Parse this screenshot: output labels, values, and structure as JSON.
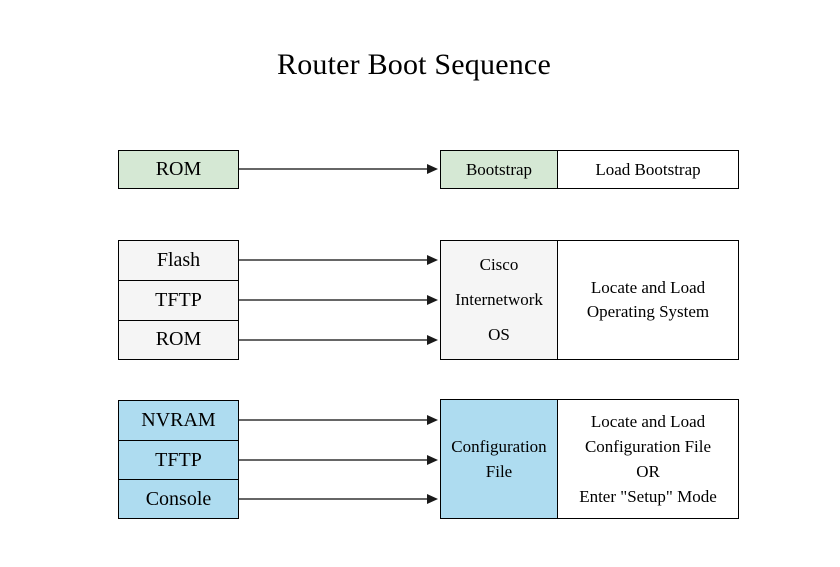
{
  "title": "Router Boot Sequence",
  "colors": {
    "stage1_fill": "#d5e8d4",
    "stage2_fill": "#f5f5f5",
    "stage3_fill": "#aedcf0",
    "border": "#000000",
    "arrow_line": "#666666",
    "arrow_head": "#1a1a1a",
    "background": "#ffffff"
  },
  "stages": [
    {
      "sources": [
        "ROM"
      ],
      "component_lines": [
        "Bootstrap"
      ],
      "action_lines": [
        "Load Bootstrap"
      ]
    },
    {
      "sources": [
        "Flash",
        "TFTP",
        "ROM"
      ],
      "component_lines": [
        "Cisco",
        "Internetwork",
        "OS"
      ],
      "action_lines": [
        "Locate and Load",
        "Operating System"
      ]
    },
    {
      "sources": [
        "NVRAM",
        "TFTP",
        "Console"
      ],
      "component_lines": [
        "Configuration",
        "File"
      ],
      "action_lines": [
        "Locate and Load",
        "Configuration File",
        "OR",
        "Enter \"Setup\" Mode"
      ]
    }
  ]
}
